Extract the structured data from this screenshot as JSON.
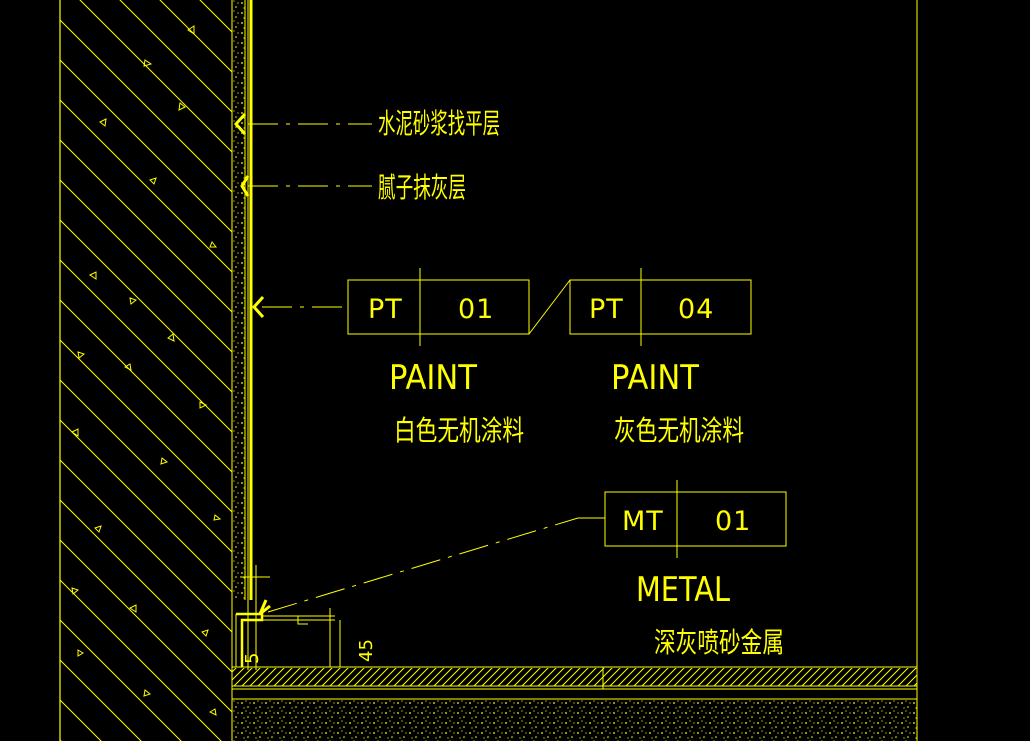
{
  "colors": {
    "background": "#000000",
    "line": "#ffff00",
    "accent": "#ffff00"
  },
  "callouts": {
    "cement": "水泥砂浆找平层",
    "putty": "腻子抹灰层"
  },
  "tags": {
    "pt01": {
      "code": "PT",
      "number": "01"
    },
    "pt04": {
      "code": "PT",
      "number": "04"
    },
    "mt01": {
      "code": "MT",
      "number": "01"
    }
  },
  "materials": {
    "paint_white": {
      "type": "PAINT",
      "name": "白色无机涂料"
    },
    "paint_grey": {
      "type": "PAINT",
      "name": "灰色无机涂料"
    },
    "metal": {
      "type": "METAL",
      "name": "深灰喷砂金属"
    }
  },
  "dimensions": {
    "d1": "45",
    "d2": "5"
  }
}
